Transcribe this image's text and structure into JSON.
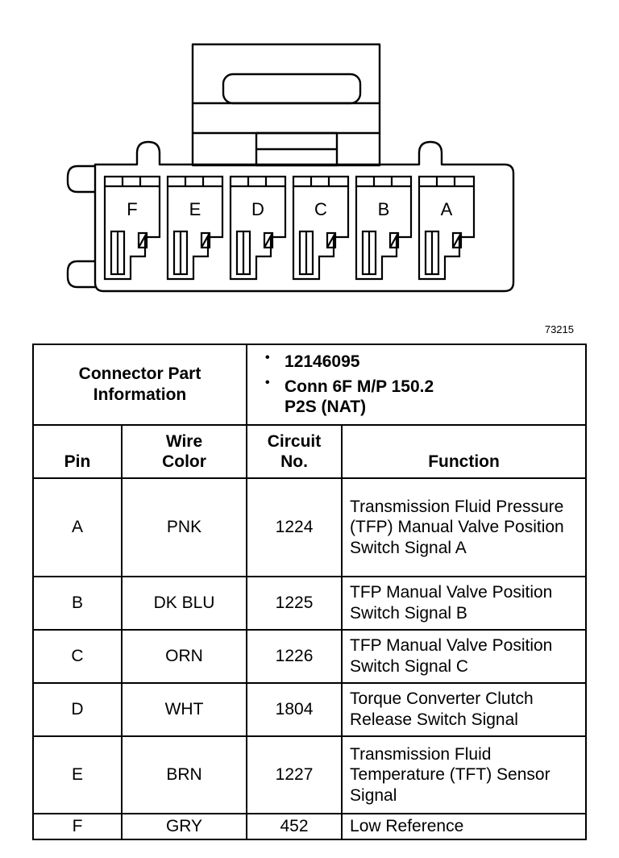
{
  "figure_id": "73215",
  "connector": {
    "pins": [
      "F",
      "E",
      "D",
      "C",
      "B",
      "A"
    ],
    "stroke_color": "#000000"
  },
  "part_info": {
    "label": "Connector Part Information",
    "items": [
      "12146095",
      "Conn 6F M/P 150.2 P2S (NAT)"
    ]
  },
  "table": {
    "headers": {
      "pin": "Pin",
      "wire_color": "Wire Color",
      "circuit_no": "Circuit No.",
      "function": "Function"
    },
    "rows": [
      {
        "pin": "A",
        "wire": "PNK",
        "circuit": "1224",
        "function": "Transmission Fluid Pressure (TFP) Manual Valve Position Switch Signal A"
      },
      {
        "pin": "B",
        "wire": "DK BLU",
        "circuit": "1225",
        "function": "TFP Manual Valve Position Switch Signal B"
      },
      {
        "pin": "C",
        "wire": "ORN",
        "circuit": "1226",
        "function": "TFP Manual Valve Position Switch Signal C"
      },
      {
        "pin": "D",
        "wire": "WHT",
        "circuit": "1804",
        "function": "Torque Converter Clutch Release Switch Signal"
      },
      {
        "pin": "E",
        "wire": "BRN",
        "circuit": "1227",
        "function": "Transmission Fluid Temperature (TFT) Sensor Signal"
      },
      {
        "pin": "F",
        "wire": "GRY",
        "circuit": "452",
        "function": "Low Reference"
      }
    ]
  }
}
